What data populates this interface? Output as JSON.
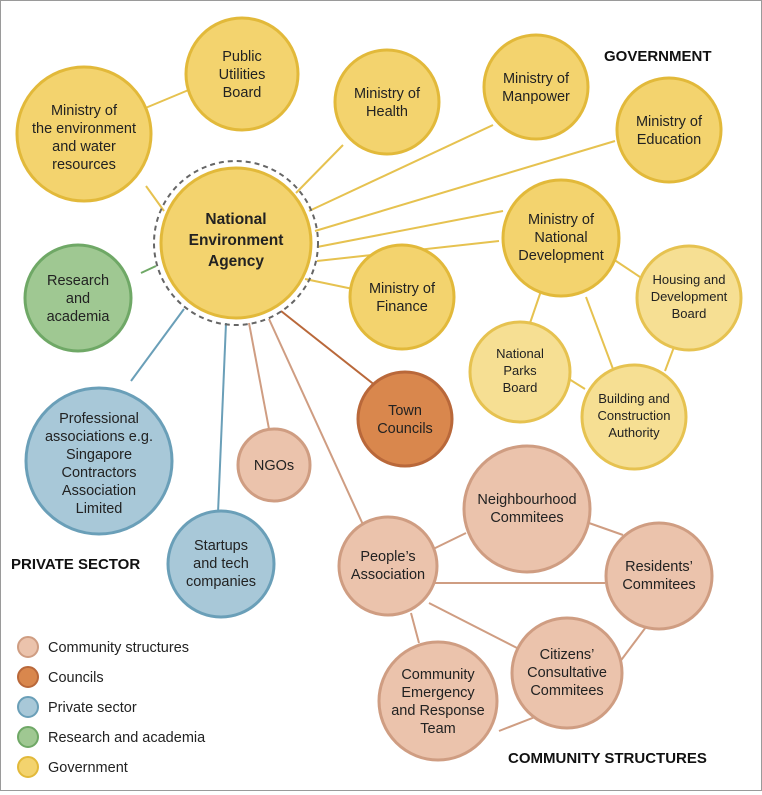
{
  "colors": {
    "government": {
      "fill": "#f3d36e",
      "stroke": "#e2b93a"
    },
    "government_light": {
      "fill": "#f6df93",
      "stroke": "#e6c250"
    },
    "research": {
      "fill": "#9fc892",
      "stroke": "#6fa866"
    },
    "private": {
      "fill": "#a8c8d8",
      "stroke": "#6a9fb8"
    },
    "community": {
      "fill": "#ebc3ac",
      "stroke": "#cf9d82"
    },
    "councils": {
      "fill": "#d9874d",
      "stroke": "#b9683a"
    }
  },
  "sections": {
    "government": "GOVERNMENT",
    "private": "PRIVATE SECTOR",
    "community": "COMMUNITY STRUCTURES"
  },
  "nodes": {
    "nea": [
      "National",
      "Environment",
      "Agency"
    ],
    "pub": [
      "Public",
      "Utilities",
      "Board"
    ],
    "mewr": [
      "Ministry of",
      "the environment",
      "and water",
      "resources"
    ],
    "moh": [
      "Ministry of",
      "Health"
    ],
    "mom": [
      "Ministry of",
      "Manpower"
    ],
    "moe": [
      "Ministry of",
      "Education"
    ],
    "mnd": [
      "Ministry of",
      "National",
      "Development"
    ],
    "mof": [
      "Ministry of",
      "Finance"
    ],
    "hdb": [
      "Housing and",
      "Development",
      "Board"
    ],
    "nparks": [
      "National",
      "Parks",
      "Board"
    ],
    "bca": [
      "Building and",
      "Construction",
      "Authority"
    ],
    "research": [
      "Research",
      "and",
      "academia"
    ],
    "prof": [
      "Professional",
      "associations e.g.",
      "Singapore",
      "Contractors",
      "Association",
      "Limited"
    ],
    "startups": [
      "Startups",
      "and tech",
      "companies"
    ],
    "ngos": [
      "NGOs"
    ],
    "town": [
      "Town",
      "Councils"
    ],
    "pa": [
      "People’s",
      "Association"
    ],
    "nc": [
      "Neighbourhood",
      "Commitees"
    ],
    "rc": [
      "Residents’",
      "Commitees"
    ],
    "ccc": [
      "Citizens’",
      "Consultative",
      "Commitees"
    ],
    "cert": [
      "Community",
      "Emergency",
      "and Response",
      "Team"
    ]
  },
  "legend": [
    {
      "label": "Community structures",
      "color": "community"
    },
    {
      "label": "Councils",
      "color": "councils"
    },
    {
      "label": "Private sector",
      "color": "private"
    },
    {
      "label": "Research and academia",
      "color": "research"
    },
    {
      "label": "Government",
      "color": "government"
    }
  ]
}
